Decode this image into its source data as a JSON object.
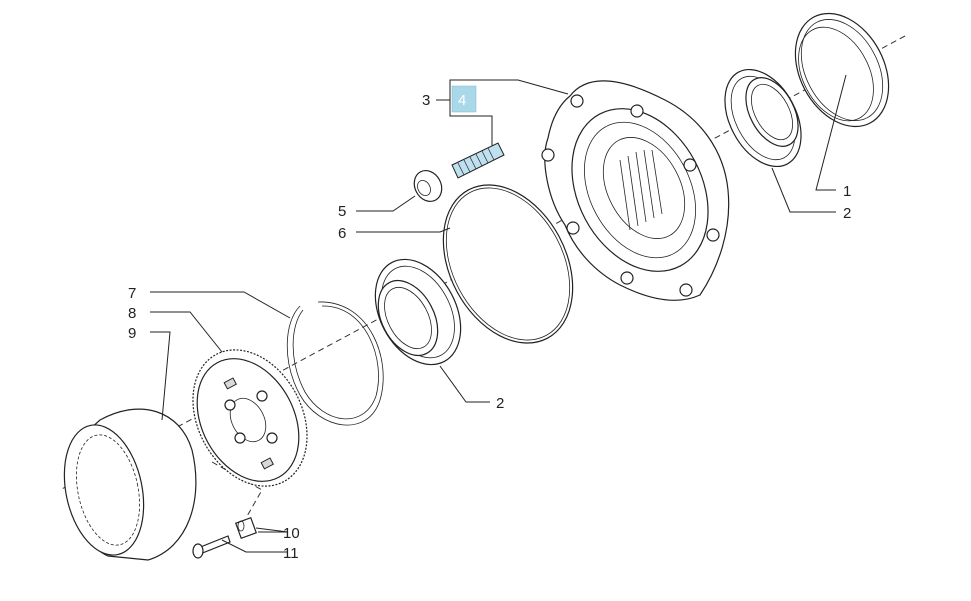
{
  "diagram": {
    "labels": {
      "l1": "1",
      "l2a": "2",
      "l2b": "2",
      "l3": "3",
      "l4": "4",
      "l5": "5",
      "l6": "6",
      "l7": "7",
      "l8": "8",
      "l9": "9",
      "l10": "10",
      "l11": "11"
    },
    "highlighted_label": "4",
    "colors": {
      "highlight_fill": "#a9d8e8",
      "stud_fill": "#bfe0ee",
      "line": "#222222"
    }
  }
}
